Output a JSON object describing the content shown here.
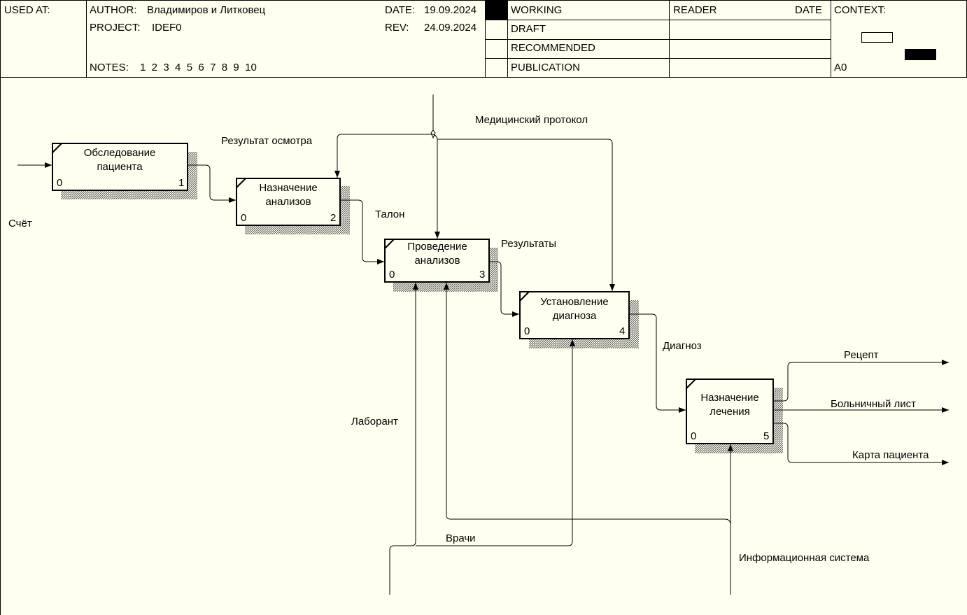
{
  "header": {
    "used_at": "USED AT:",
    "author_label": "AUTHOR:",
    "author": "Владимиров и Литковец",
    "project_label": "PROJECT:",
    "project": "IDEF0",
    "notes_label": "NOTES:",
    "notes": "1  2  3  4  5  6  7  8  9  10",
    "date_label": "DATE:",
    "date": "19.09.2024",
    "rev_label": "REV:",
    "rev": "24.09.2024",
    "status": [
      "WORKING",
      "DRAFT",
      "RECOMMENDED",
      "PUBLICATION"
    ],
    "reader": "READER",
    "reader_date": "DATE",
    "context": "CONTEXT:",
    "node": "A0"
  },
  "boxes": [
    {
      "title": [
        "Обследование",
        "пациента"
      ],
      "left": "0",
      "right": "1"
    },
    {
      "title": [
        "Назначение",
        "анализов"
      ],
      "left": "0",
      "right": "2"
    },
    {
      "title": [
        "Проведение",
        "анализов"
      ],
      "left": "0",
      "right": "3"
    },
    {
      "title": [
        "Установление",
        "диагноза"
      ],
      "left": "0",
      "right": "4"
    },
    {
      "title": [
        "Назначение",
        "лечения"
      ],
      "left": "0",
      "right": "5"
    }
  ],
  "arrows": {
    "schet": "Счёт",
    "rezultat_osmotra": "Результат осмотра",
    "med_protocol": "Медицинский протокол",
    "talon": "Талон",
    "rezultaty": "Результаты",
    "diagnoz": "Диагноз",
    "recept": "Рецепт",
    "bolnichny": "Больничный лист",
    "karta": "Карта пациента",
    "laborant": "Лаборант",
    "vrachi": "Врачи",
    "info_system": "Информационная система"
  },
  "colors": {
    "background": "#FFFFF0",
    "line": "#000000"
  }
}
